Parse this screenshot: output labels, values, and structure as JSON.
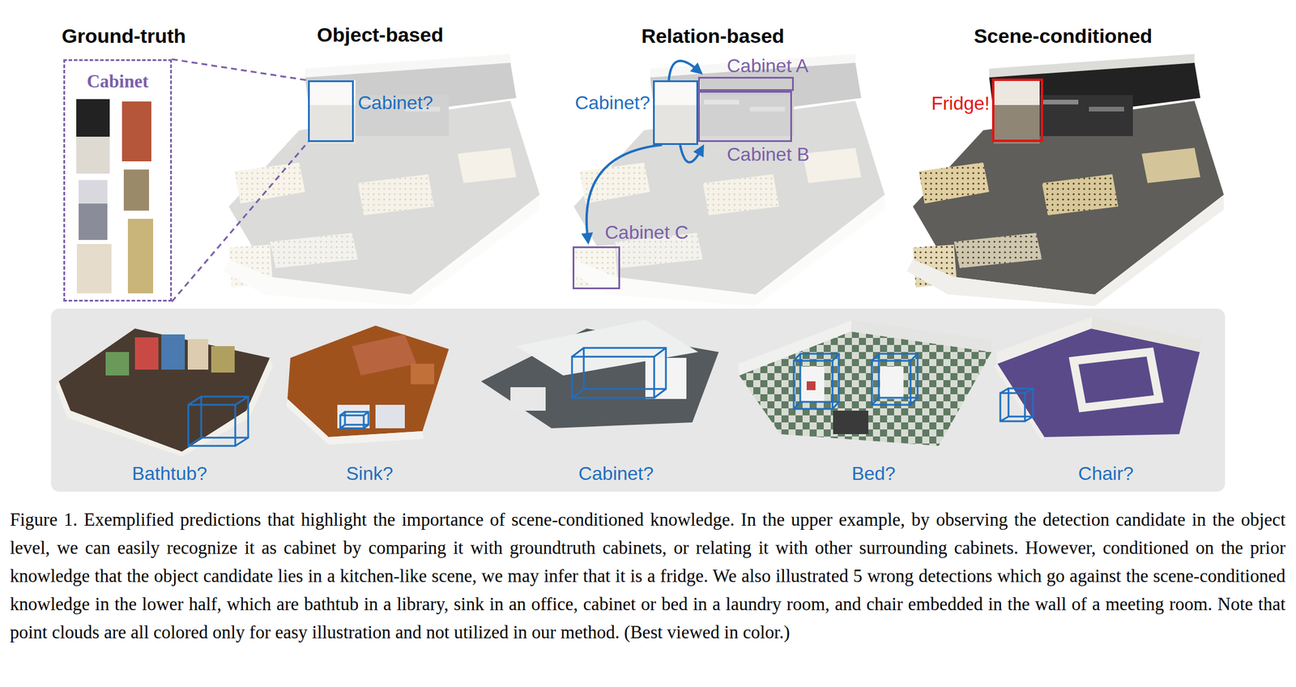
{
  "diagram": {
    "caption": "Figure 1.  Exemplified predictions that highlight the importance of scene-conditioned knowledge. In the upper example, by observing the detection candidate in the object level, we can easily recognize it as cabinet by comparing it with groundtruth cabinets, or relating it with other surrounding cabinets. However, conditioned on the prior knowledge that the object candidate lies in a kitchen-like scene, we may infer that it is a fridge. We also illustrated 5 wrong detections which go against the scene-conditioned knowledge in the lower half, which are bathtub in a library, sink in an office, cabinet or bed in a laundry room, and chair embedded in the wall of a meeting room. Note that point clouds are all colored only for easy illustration and not utilized in our method. (Best viewed in color.)",
    "nodes": [
      {
        "text": [
          "Cabinet"
        ]
      },
      {
        "text": [
          "Cabinet?"
        ]
      },
      {
        "text": [
          "Cabinet?"
        ]
      },
      {
        "text": [
          "Cabinet A"
        ]
      },
      {
        "text": [
          "Cabinet B"
        ]
      },
      {
        "text": [
          "Cabinet C"
        ]
      },
      {
        "text": [
          "Fridge!"
        ]
      }
    ],
    "edges": [
      {
        "from": 0,
        "to": 1,
        "arrow": "none"
      },
      {
        "from": 2,
        "to": 3,
        "arrow": "to"
      },
      {
        "from": 2,
        "to": 4,
        "arrow": "to"
      },
      {
        "from": 2,
        "to": 5,
        "arrow": "to"
      }
    ],
    "labels": [
      "Ground-truth",
      "Object-based",
      "Relation-based",
      "Scene-conditioned",
      "Bathtub?",
      "Sink?",
      "Cabinet?",
      "Bed?",
      "Chair?"
    ]
  }
}
